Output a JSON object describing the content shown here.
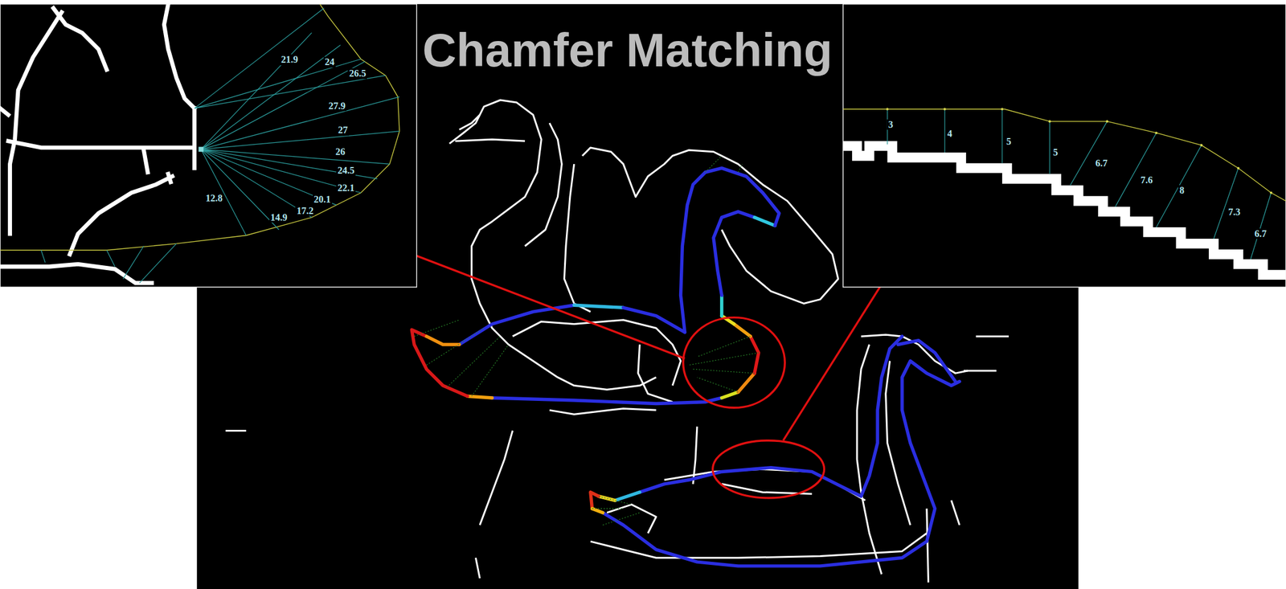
{
  "diagram": {
    "title": "Chamfer Matching",
    "labels": [
      "21.9",
      "24",
      "26.5",
      "27.9",
      "27",
      "26",
      "24.5",
      "22.1",
      "20.1",
      "17.2",
      "14.9",
      "12.8",
      "3",
      "4",
      "5",
      "5",
      "6.7",
      "7.6",
      "8",
      "7.3",
      "6.7"
    ]
  }
}
